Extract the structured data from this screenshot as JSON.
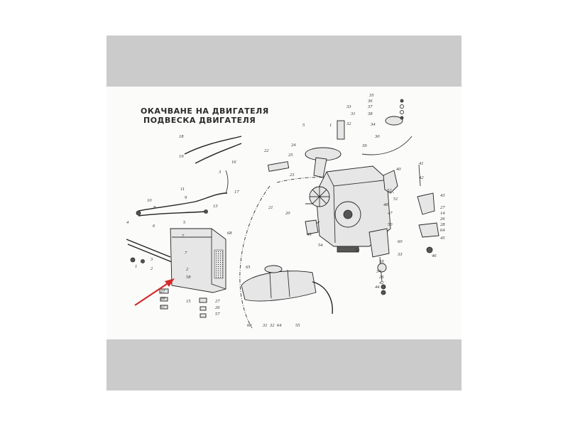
{
  "titles": {
    "line1": "ОКАЧВАНЕ НА ДВИГАТЕЛЯ",
    "line2": "ПОДВЕСКА ДВИГАТЕЛЯ"
  },
  "colors": {
    "frame": "#cbcbcb",
    "paper": "#fbfbfa",
    "ink": "#2a2a2a",
    "arrow": "#d42a2a"
  },
  "annotation": {
    "icon": "red-pointer-arrow-icon"
  },
  "part_numbers": [
    "35",
    "36",
    "37",
    "38",
    "31",
    "34",
    "33",
    "32",
    "30",
    "39",
    "41",
    "42",
    "40",
    "43",
    "27",
    "14",
    "26",
    "28",
    "64",
    "45",
    "46",
    "5",
    "1",
    "22",
    "24",
    "25",
    "23",
    "20",
    "21",
    "18",
    "19",
    "16",
    "17",
    "3",
    "13",
    "11",
    "9",
    "10",
    "8",
    "6",
    "4",
    "7",
    "2",
    "2",
    "3",
    "1",
    "5",
    "68",
    "7",
    "58",
    "27",
    "26",
    "57",
    "15",
    "27",
    "26",
    "57",
    "65",
    "66",
    "31",
    "32",
    "64",
    "55",
    "54",
    "49",
    "48",
    "47",
    "50",
    "51",
    "52",
    "53",
    "59",
    "60",
    "33",
    "34",
    "26",
    "42",
    "44"
  ]
}
